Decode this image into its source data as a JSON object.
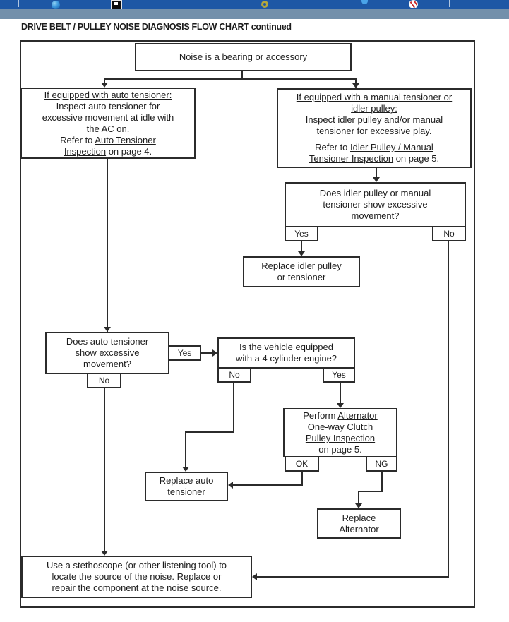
{
  "header": {
    "toolbar_color": "#1d57a5",
    "subbar_color": "#7390ab"
  },
  "page": {
    "title": "DRIVE BELT / PULLEY NOISE DIAGNOSIS FLOW CHART continued"
  },
  "flowchart": {
    "noise_box": {
      "text": "Noise is a bearing or accessory"
    },
    "auto_box": {
      "heading": "If equipped with auto tensioner:",
      "lines": [
        "Inspect auto tensioner for",
        "excessive movement at idle with",
        "the AC on."
      ],
      "refer_pre": "Refer to ",
      "refer_link_a": "Auto Tensioner",
      "refer_link_b": "Inspection",
      "refer_post": " on page 4."
    },
    "manual_box": {
      "heading_line1": "If equipped with a manual tensioner or",
      "heading_line2": "idler pulley:",
      "lines": [
        "Inspect idler pulley and/or manual",
        "tensioner for excessive play."
      ],
      "refer_pre": "Refer to ",
      "refer_link_a": "Idler Pulley / Manual",
      "refer_link_b": "Tensioner Inspection",
      "refer_post": " on page 5."
    },
    "idler_decision": {
      "lines": [
        "Does idler pulley or manual",
        "tensioner show excessive",
        "movement?"
      ],
      "yes": "Yes",
      "no": "No"
    },
    "replace_idler": {
      "lines": [
        "Replace idler pulley",
        "or tensioner"
      ]
    },
    "auto_decision": {
      "lines": [
        "Does auto tensioner",
        "show excessive",
        "movement?"
      ],
      "yes": "Yes",
      "no": "No"
    },
    "vehicle_decision": {
      "lines": [
        "Is the vehicle equipped",
        "with a 4 cylinder engine?"
      ],
      "no": "No",
      "yes": "Yes"
    },
    "perform_box": {
      "pre": "Perform ",
      "link_line1": "Alternator",
      "link_line2": "One-way Clutch",
      "link_line3": "Pulley Inspection",
      "post": "on page 5.",
      "ok": "OK",
      "ng": "NG"
    },
    "replace_auto": {
      "lines": [
        "Replace auto",
        "tensioner"
      ]
    },
    "replace_alt": {
      "lines": [
        "Replace",
        "Alternator"
      ]
    },
    "stethoscope_box": {
      "lines": [
        "Use a stethoscope (or other listening tool) to",
        "locate the source of the noise. Replace or",
        "repair the component at the noise source."
      ]
    }
  }
}
